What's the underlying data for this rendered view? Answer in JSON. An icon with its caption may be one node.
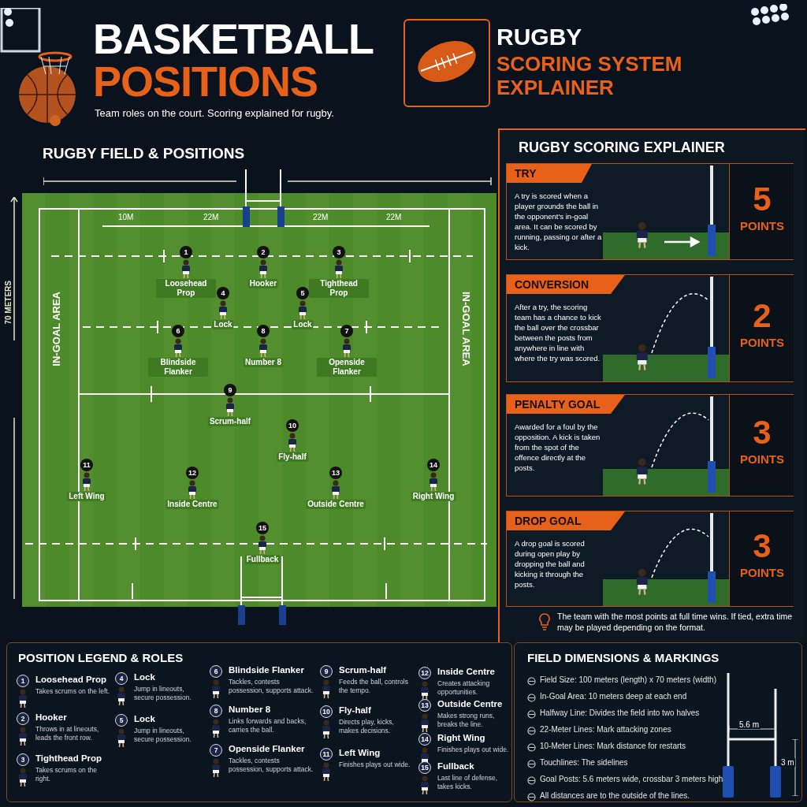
{
  "diagram": {
    "title": "BASKETBALL POSITIONS",
    "nodes": [
      {
        "text": [
          "RUGBY FIELD & POSITIONS"
        ]
      },
      {
        "text": [
          "1",
          "Loosehead Prop"
        ],
        "in": 0
      },
      {
        "text": [
          "2",
          "Hooker"
        ],
        "in": 0
      },
      {
        "text": [
          "3",
          "Tighthead Prop"
        ],
        "in": 0
      },
      {
        "text": [
          "4",
          "Lock"
        ],
        "in": 0
      },
      {
        "text": [
          "5",
          "Lock"
        ],
        "in": 0
      },
      {
        "text": [
          "6",
          "Blindside Flanker"
        ],
        "in": 0
      },
      {
        "text": [
          "7",
          "Openside Flanker"
        ],
        "in": 0
      },
      {
        "text": [
          "8",
          "Number 8"
        ],
        "in": 0
      },
      {
        "text": [
          "9",
          "Scrum-half"
        ],
        "in": 0
      },
      {
        "text": [
          "10",
          "Fly-half"
        ],
        "in": 0
      },
      {
        "text": [
          "11",
          "Left Wing"
        ],
        "in": 0
      },
      {
        "text": [
          "12",
          "Inside Centre"
        ],
        "in": 0
      },
      {
        "text": [
          "13",
          "Outside Centre"
        ],
        "in": 0
      },
      {
        "text": [
          "14",
          "Right Wing"
        ],
        "in": 0
      },
      {
        "text": [
          "15",
          "Fullback"
        ],
        "in": 0
      },
      {
        "text": [
          "RUGBY SCORING EXPLAINER",
          "The team with the most points at full time wins. If tied, extra time may be played depending on the format."
        ]
      },
      {
        "text": [
          "TRY",
          "A try is scored when a player grounds the ball in the opponent's in-goal area. It can be scored by running, passing or after a kick.",
          "5",
          "POINTS"
        ],
        "in": 16
      },
      {
        "text": [
          "CONVERSION",
          "After a try, the scoring team has a chance to kick the ball over the crossbar between the posts from anywhere in line with where the try was scored.",
          "2",
          "POINTS"
        ],
        "in": 16
      },
      {
        "text": [
          "PENALTY GOAL",
          "Awarded for a foul by the opposition. A kick is taken from the spot of the offence directly at the posts.",
          "3",
          "POINTS"
        ],
        "in": 16
      },
      {
        "text": [
          "DROP GOAL",
          "A drop goal is scored during open play by dropping the ball and kicking it through the posts.",
          "3",
          "POINTS"
        ],
        "in": 16
      },
      {
        "text": [
          "POSITION LEGEND & ROLES"
        ]
      },
      {
        "text": [
          "1",
          "Loosehead Prop",
          "Takes scrums on the left."
        ],
        "in": 21
      },
      {
        "text": [
          "2",
          "Hooker",
          "Throws in at lineouts, leads the front row."
        ],
        "in": 21
      },
      {
        "text": [
          "3",
          "Tighthead Prop",
          "Takes scrums on the right."
        ],
        "in": 21
      },
      {
        "text": [
          "4",
          "Lock",
          "Jump in lineouts, secure possession."
        ],
        "in": 21
      },
      {
        "text": [
          "5",
          "Lock",
          "Jump in lineouts, secure possession."
        ],
        "in": 21
      },
      {
        "text": [
          "6",
          "Blindside Flanker",
          "Tackles, contests possession, supports attack."
        ],
        "in": 21
      },
      {
        "text": [
          "8",
          "Number 8",
          "Links forwards and backs, carries the ball."
        ],
        "in": 21
      },
      {
        "text": [
          "7",
          "Openside Flanker",
          "Tackles, contests possession, supports attack."
        ],
        "in": 21
      },
      {
        "text": [
          "9",
          "Scrum-half",
          "Feeds the ball, controls the tempo."
        ],
        "in": 21
      },
      {
        "text": [
          "10",
          "Fly-half",
          "Directs play, kicks, makes decisions."
        ],
        "in": 21
      },
      {
        "text": [
          "11",
          "Left Wing",
          "Finishes plays out wide."
        ],
        "in": 21
      },
      {
        "text": [
          "12",
          "Inside Centre",
          "Creates attacking opportunities."
        ],
        "in": 21
      },
      {
        "text": [
          "13",
          "Outside Centre",
          "Makes strong runs, breaks the line."
        ],
        "in": 21
      },
      {
        "text": [
          "14",
          "Right Wing",
          "Finishes plays out wide."
        ],
        "in": 21
      },
      {
        "text": [
          "15",
          "Fullback",
          "Last line of defense, takes kicks."
        ],
        "in": 21
      },
      {
        "text": [
          "FIELD DIMENSIONS & MARKINGS",
          "Field Size: 100 meters (length) x 70 meters (width)",
          "In-Goal Area: 10 meters deep at each end",
          "Halfway Line: Divides the field into two halves",
          "22-Meter Lines: Mark attacking zones",
          "10-Meter Lines: Mark distance for restarts",
          "Touchlines: The sidelines",
          "Goal Posts: 5.6 meters wide, crossbar 3 meters high",
          "All distances are to the outside of the lines."
        ]
      }
    ],
    "labels": [
      "Team roles on the court. Scoring explained for rugby.",
      "RUGBY",
      "SCORING SYSTEM EXPLAINER",
      "10M",
      "22M",
      "22M",
      "22M",
      "IN-GOAL AREA",
      "IN-GOAL AREA",
      "70 METERS",
      "5.6 m",
      "3 m"
    ]
  }
}
